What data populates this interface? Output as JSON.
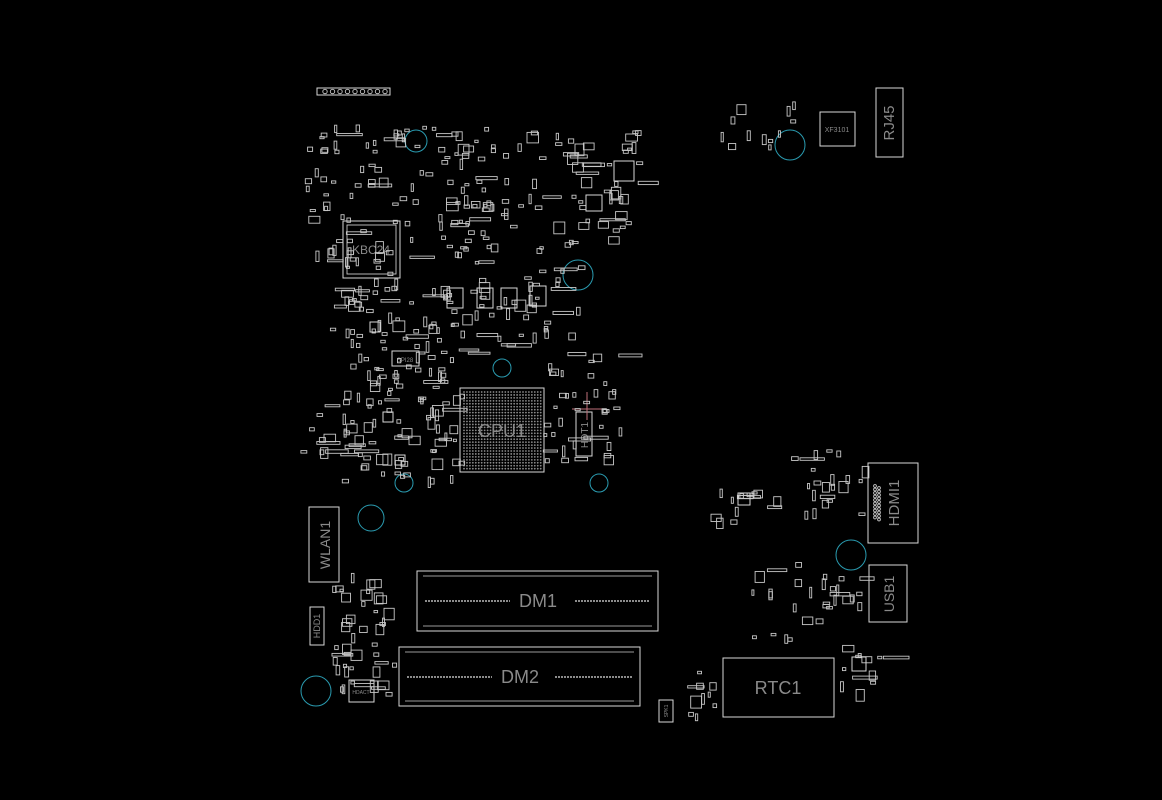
{
  "board": {
    "background": "#000000",
    "outline_color": "#d8d8d8",
    "hole_color": "#2a9bb0",
    "label_color": "#8a8a8a"
  },
  "labels": {
    "kbc": "KBC24",
    "cpu": "CPU1",
    "hdt": "HDT1",
    "wlan": "WLAN1",
    "hdd": "HDD1",
    "dm1": "DM1",
    "dm2": "DM2",
    "rtc": "RTC1",
    "hdmi": "HDMI1",
    "usb": "USB1",
    "rj45": "RJ45",
    "xf": "XF3101",
    "spi": "SPI28",
    "hdact": "HDACT",
    "spk": "SPK1"
  }
}
